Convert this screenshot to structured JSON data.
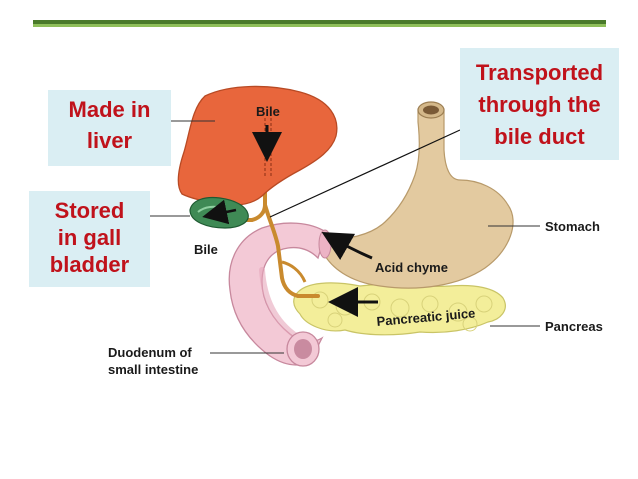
{
  "header": {
    "rule_color_dark": "#4a7a2a",
    "rule_color_light": "#8fbf5a"
  },
  "callouts": {
    "made_in_liver": [
      "Made in",
      "liver"
    ],
    "stored_in_gall_bladder": [
      "Stored",
      "in gall",
      "bladder"
    ],
    "transported": [
      "Transported",
      "through the",
      "bile duct"
    ],
    "text_color": "#c0121b",
    "background_color": "#daeef3"
  },
  "labels": {
    "bile_top": "Bile",
    "bile_left": "Bile",
    "stomach": "Stomach",
    "acid_chyme": "Acid chyme",
    "pancreatic_juice": "Pancreatic juice",
    "pancreas": "Pancreas",
    "duodenum_line1": "Duodenum of",
    "duodenum_line2": "small intestine"
  },
  "organ_colors": {
    "liver": "#e8663c",
    "gall_bladder": "#3f8a55",
    "stomach": "#e3caa0",
    "pancreas": "#f3ee9a",
    "duodenum": "#f3c9d6",
    "bile_duct": "#c98a2e"
  }
}
